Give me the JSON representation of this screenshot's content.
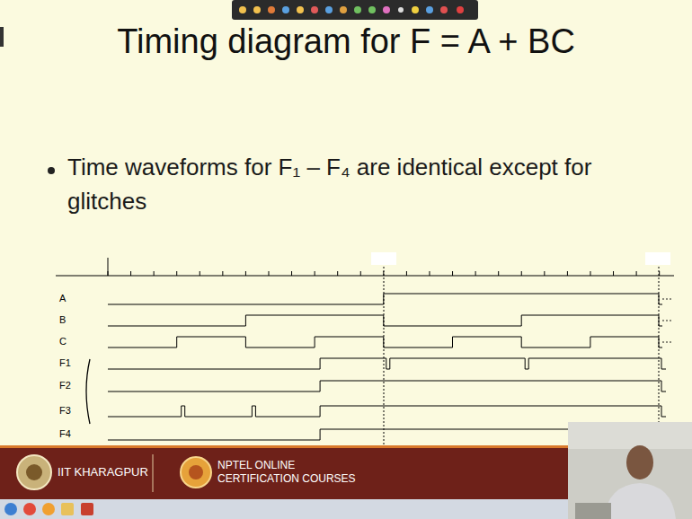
{
  "diagram": {
    "title": "Timing diagram for F = A + BC",
    "labels": [
      "Time waveforms for F₁ – F₄ are identical except for glitches",
      "A",
      "B",
      "C",
      "F1",
      "F2",
      "F3",
      "F4",
      "IIT KHARAGPUR",
      "NPTEL ONLINE",
      "CERTIFICATION COURSES"
    ]
  }
}
